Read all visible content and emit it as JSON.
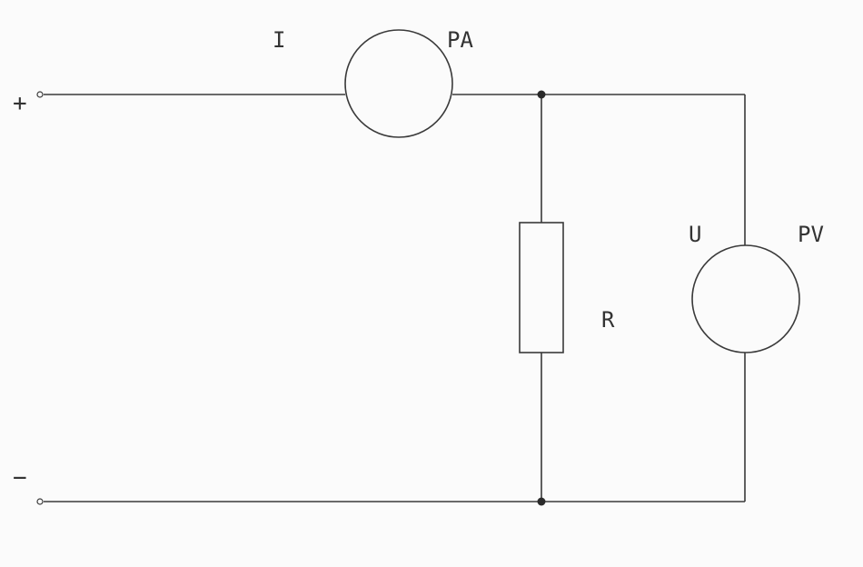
{
  "labels": {
    "plus": "+",
    "minus": "−",
    "current": "I",
    "ammeter": "PA",
    "voltage": "U",
    "voltmeter": "PV",
    "resistor": "R"
  },
  "colors": {
    "background": "#fbfbfb",
    "line": "#3a3a3a"
  }
}
